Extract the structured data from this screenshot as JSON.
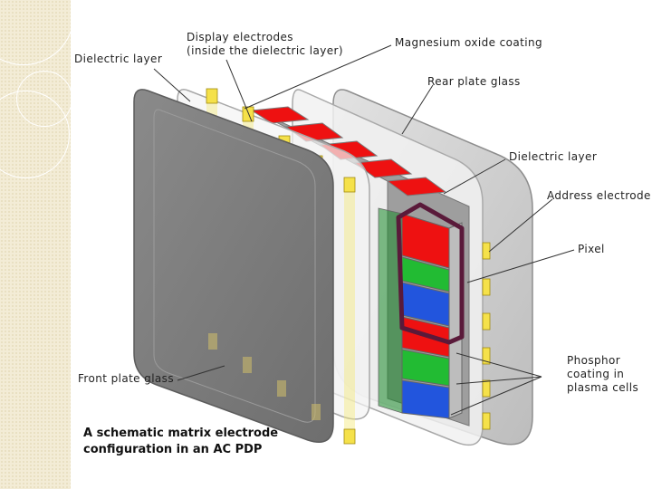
{
  "labels": {
    "dielectric_left": "Dielectric layer",
    "display_electrodes": "Display electrodes\n(inside the dielectric layer)",
    "mgo_coating": "Magnesium oxide coating",
    "rear_glass": "Rear plate glass",
    "dielectric_right": "Dielectric layer",
    "address_electrode": "Address electrode",
    "pixel": "Pixel",
    "front_glass": "Front plate glass",
    "phosphor": "Phosphor\ncoating in\nplasma cells"
  },
  "caption": "A schematic matrix electrode\nconfiguration in an AC PDP",
  "colors": {
    "red": "#ee1111",
    "green": "#22bb33",
    "blue": "#2255dd",
    "electrode": "#f5e14a",
    "pixel_outline": "#5a1a3a",
    "front_glass": "#7d7d7d",
    "rear_glass": "#cfcfcf"
  }
}
